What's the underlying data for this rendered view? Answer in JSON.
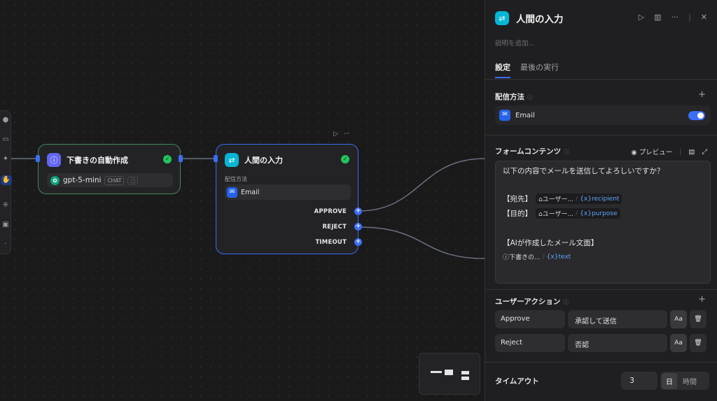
{
  "canvas": {
    "draft_node": {
      "title": "下書きの自動作成",
      "model": "gpt-5-mini",
      "model_mode": "CHAT"
    },
    "human_node": {
      "title": "人間の入力",
      "method_label": "配信方法",
      "method": "Email",
      "outputs": [
        "APPROVE",
        "REJECT",
        "TIMEOUT"
      ]
    }
  },
  "panel": {
    "title": "人間の入力",
    "description_placeholder": "説明を追加...",
    "tabs": [
      {
        "label": "設定",
        "active": true
      },
      {
        "label": "最後の実行",
        "active": false
      }
    ],
    "delivery": {
      "title": "配信方法",
      "items": [
        {
          "label": "Email",
          "enabled": true
        }
      ]
    },
    "form": {
      "title": "フォームコンテンツ",
      "preview_label": "プレビュー",
      "lines": {
        "intro": "以下の内容でメールを送信してよろしいですか？",
        "to_label": "【宛先】",
        "to_source": "ユーザー...",
        "to_var": "recipient",
        "purpose_label": "【目的】",
        "purpose_source": "ユーザー...",
        "purpose_var": "purpose",
        "ai_label": "【AIが作成したメール文面】",
        "ai_source": "下書きの...",
        "ai_var": "text"
      }
    },
    "actions": {
      "title": "ユーザーアクション",
      "items": [
        {
          "id": "Approve",
          "label": "承認して送信"
        },
        {
          "id": "Reject",
          "label": "否認"
        }
      ]
    },
    "timeout": {
      "title": "タイムアウト",
      "value": "3",
      "units": [
        "日",
        "時間"
      ],
      "selected_unit": "日"
    }
  },
  "colors": {
    "accent": "#3b6ef5",
    "success": "#22c55e",
    "background": "#1a1a1b",
    "panel": "#1f1f21"
  }
}
